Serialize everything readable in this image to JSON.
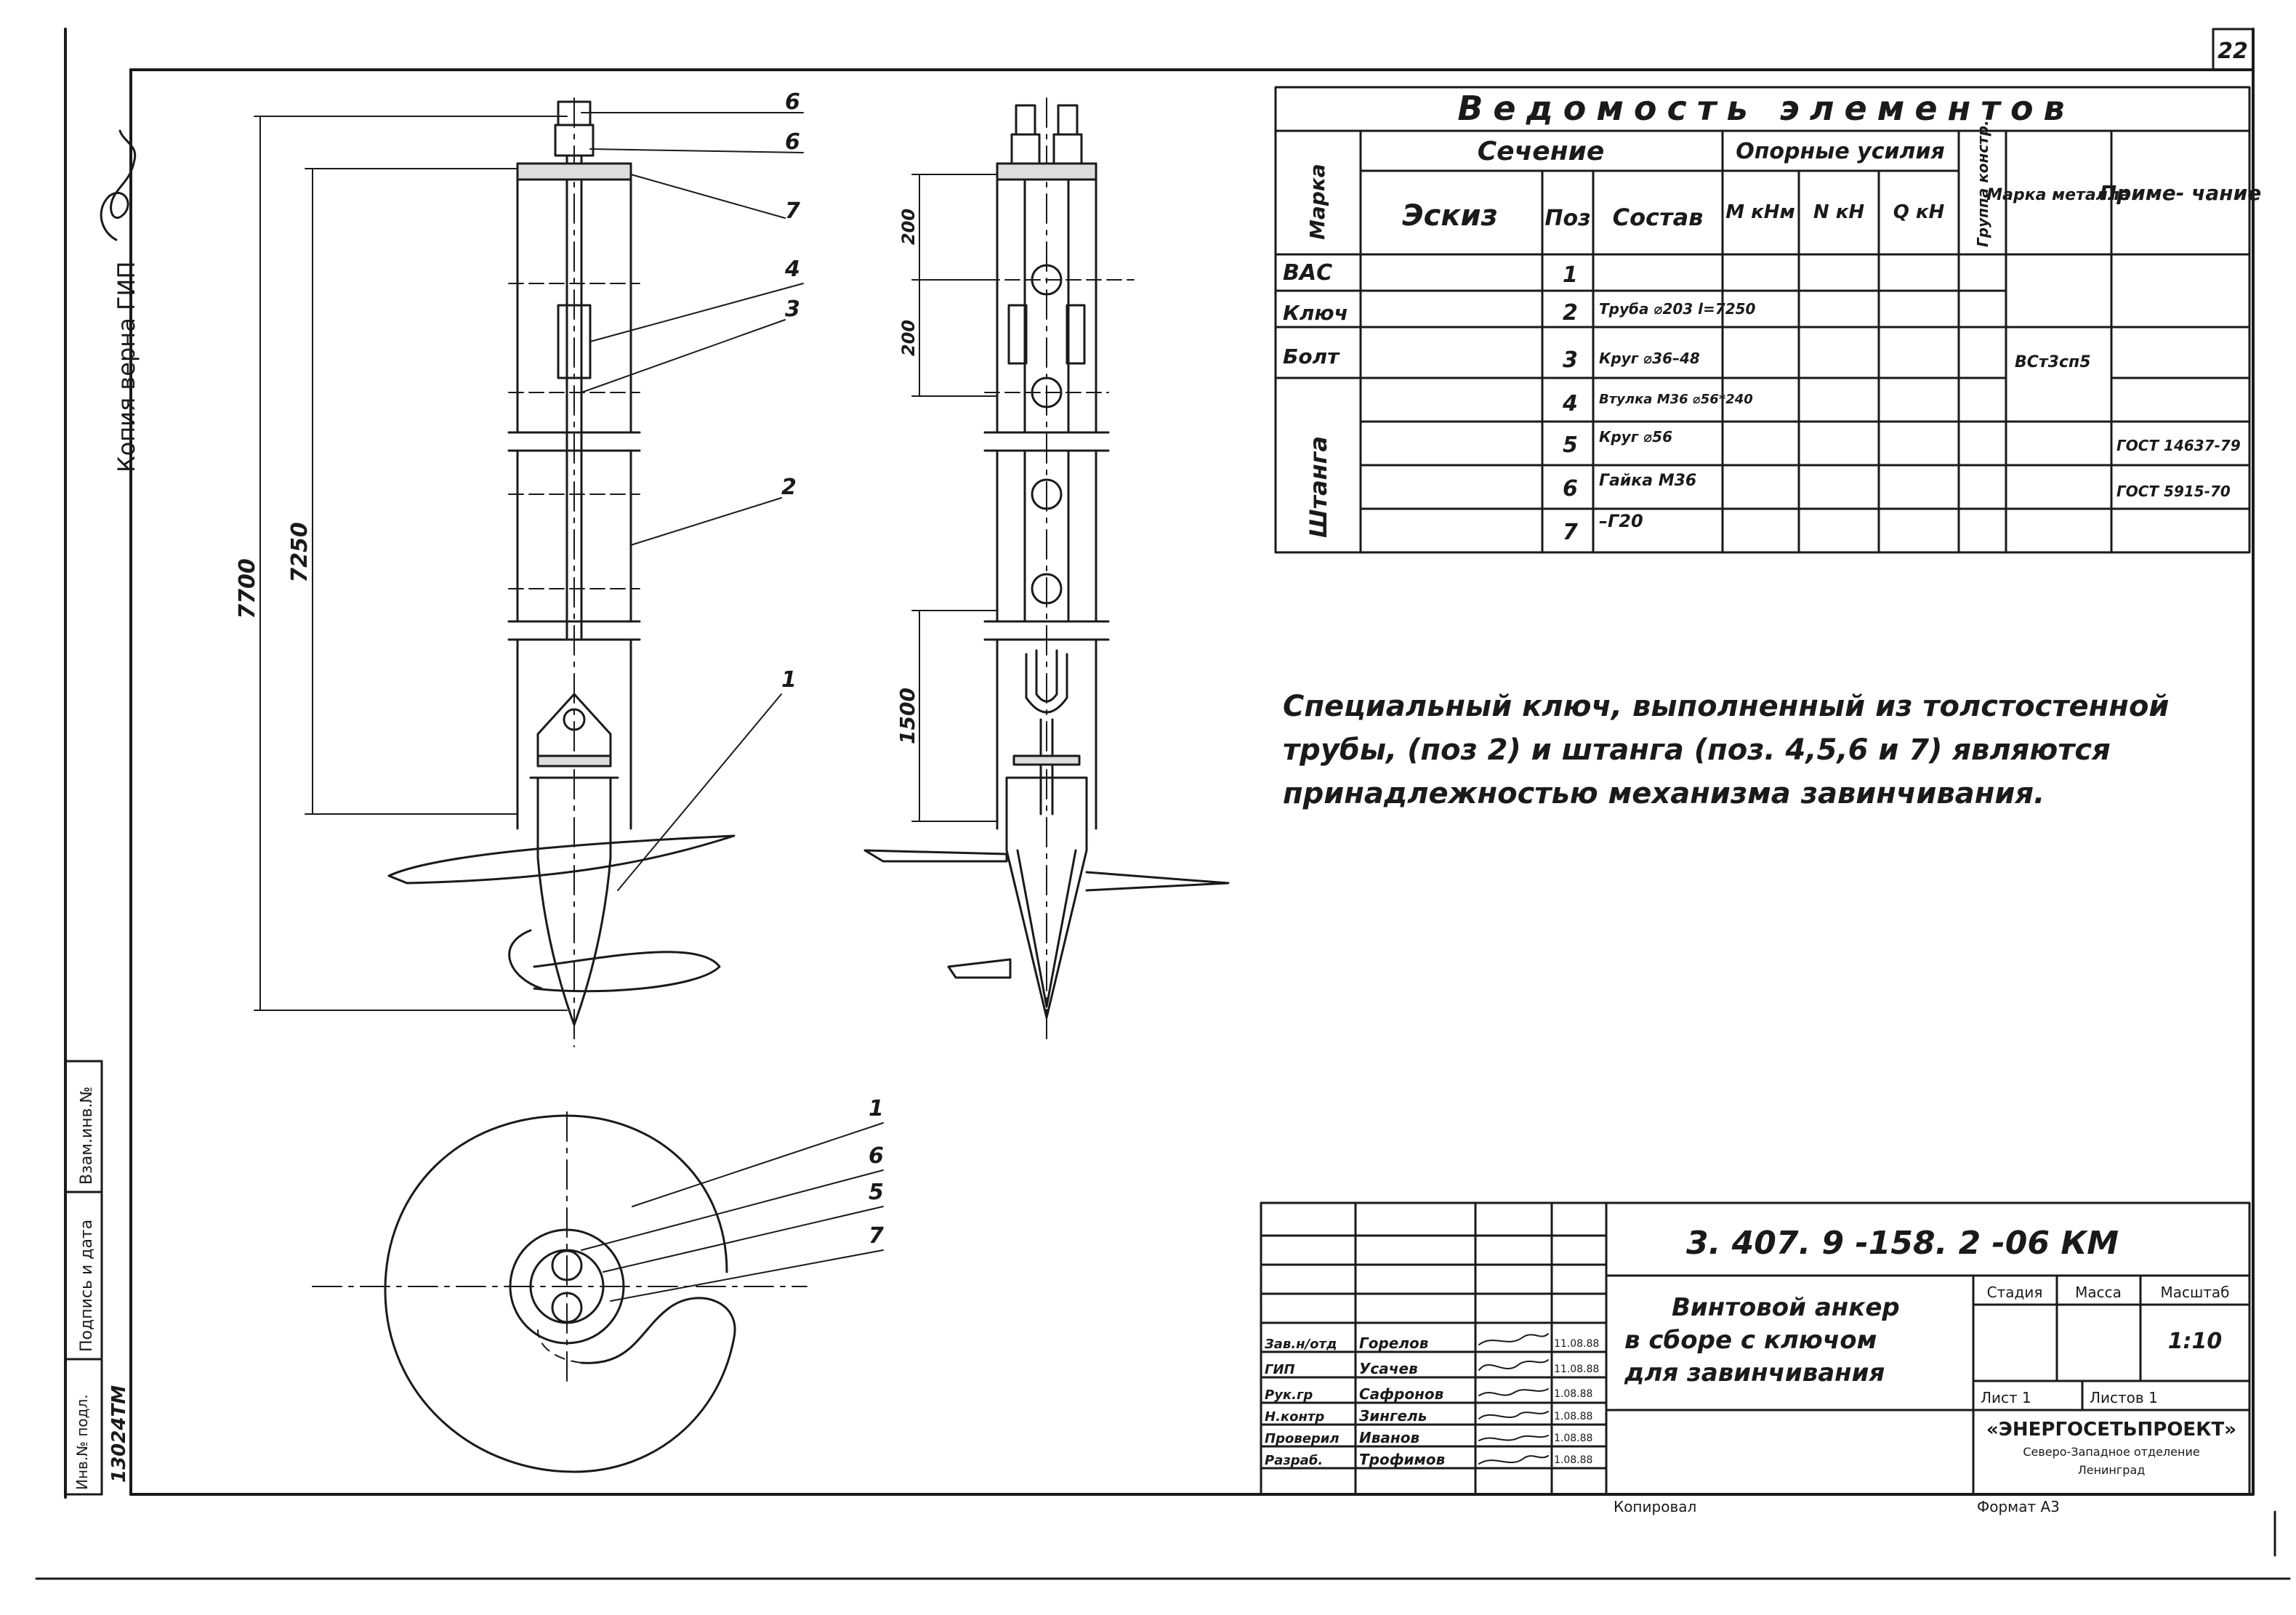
{
  "sheet": {
    "page_number": "22",
    "side_copy": "Копия верна  ГИП",
    "side_fields": [
      "Взам.инв.№",
      "Подпись и дата",
      "Инв.№ подл.",
      "13024ТМ"
    ],
    "copied_by": "Копировал",
    "format": "Формат  А3"
  },
  "drawing": {
    "front_labels": [
      "6",
      "6",
      "7",
      "4",
      "3",
      "2",
      "1"
    ],
    "dim_total": "7700",
    "dim_key": "7250",
    "side_dims": [
      "200",
      "200",
      "1500"
    ],
    "plan_labels": [
      "1",
      "6",
      "5",
      "7"
    ]
  },
  "table": {
    "title": "Ведомость элементов",
    "headers": {
      "mark": "Марка",
      "section": "Сечение",
      "sketch": "Эскиз",
      "pos": "Поз",
      "composition": "Состав",
      "forces": "Опорные усилия",
      "m": "M кНм",
      "n": "N кН",
      "q": "Q кН",
      "group": "Группа констр.",
      "steel": "Марка металла",
      "note": "Приме- чание"
    },
    "marks": [
      "ВАС",
      "Ключ",
      "Болт",
      "Штанга"
    ],
    "rows": [
      {
        "pos": "1",
        "comp": ""
      },
      {
        "pos": "2",
        "comp": "Труба ⌀203  l=7250"
      },
      {
        "pos": "3",
        "comp": "Круг ⌀36–48"
      },
      {
        "pos": "4",
        "comp": "Втулка М36 ⌀56*240"
      },
      {
        "pos": "5",
        "comp": "Круг ⌀56"
      },
      {
        "pos": "6",
        "comp": "Гайка М36"
      },
      {
        "pos": "7",
        "comp": "–Г20"
      }
    ],
    "steel": "ВСт3сп5",
    "notes": [
      "",
      "",
      "",
      "",
      "ГОСТ 14637-79",
      "ГОСТ 5915-70",
      ""
    ]
  },
  "note_text": [
    "Специальный  ключ, выполненный  из  толстостенной",
    "трубы, (поз 2)  и  штанга (поз. 4,5,6 и 7)  являются",
    "принадлежностью  механизма  завинчивания."
  ],
  "stamp": {
    "code": "3. 407. 9 -158. 2 -06 КМ",
    "title": [
      "Винтовой  анкер",
      "в сборе  с  ключом",
      "для  завинчивания"
    ],
    "stage_label": "Стадия",
    "mass_label": "Масса",
    "scale_label": "Масштаб",
    "scale": "1:10",
    "sheet_label": "Лист  1",
    "sheets_label": "Листов  1",
    "org": "«ЭНЕРГОСЕТЬПРОЕКТ»",
    "org_sub1": "Северо-Западное отделение",
    "org_sub2": "Ленинград",
    "roles": [
      "Зав.н/отд",
      "ГИП",
      "Рук.гр",
      "Н.контр",
      "Проверил",
      "Разраб."
    ],
    "names": [
      "Горелов",
      "Усачев",
      "Сафронов",
      "Зингель",
      "Иванов",
      "Трофимов"
    ],
    "dates": [
      "11.08.88",
      "11.08.88",
      "1.08.88",
      "1.08.88",
      "1.08.88",
      "1.08.88"
    ]
  }
}
